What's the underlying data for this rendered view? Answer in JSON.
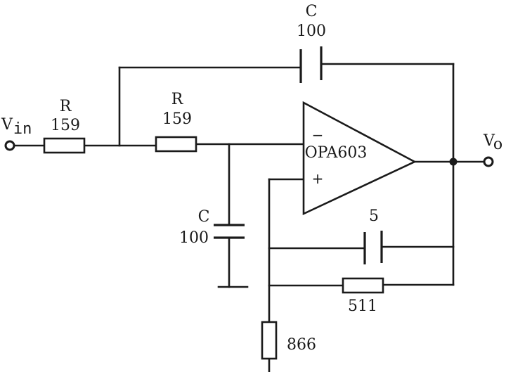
{
  "input_label": {
    "main": "V",
    "sub": "in"
  },
  "output_label": {
    "main": "V",
    "sub": "o"
  },
  "opamp": {
    "name": "OPA603",
    "inverting_sign": "−",
    "noninverting_sign": "+"
  },
  "r_input": {
    "name": "R",
    "value": "159"
  },
  "r_second": {
    "name": "R",
    "value": "159"
  },
  "c_feedback": {
    "name": "C",
    "value": "100"
  },
  "c_ground": {
    "name": "C",
    "value": "100"
  },
  "c_comp": {
    "value": "5"
  },
  "r_feedback": {
    "value": "511"
  },
  "r_ground": {
    "value": "866"
  }
}
